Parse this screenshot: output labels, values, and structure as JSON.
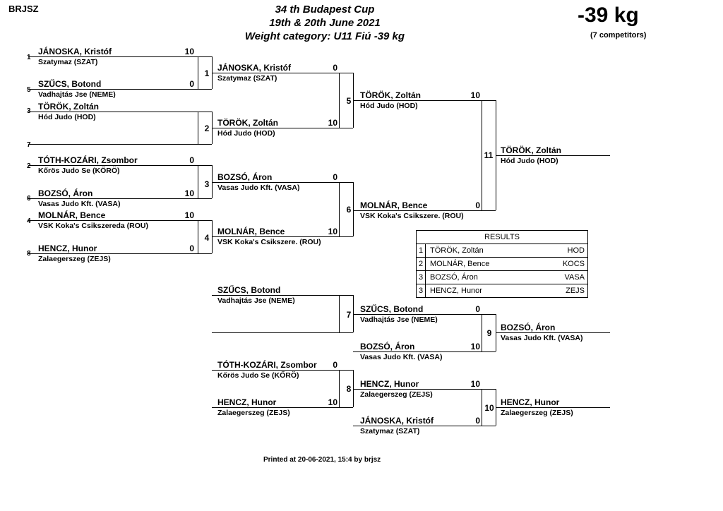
{
  "header": {
    "org": "BRJSZ",
    "title": "34 th Budapest Cup",
    "dates": "19th & 20th June 2021",
    "category": "Weight category: U11 Fiú -39 kg",
    "weight": "-39 kg",
    "competitors": "(7 competitors)"
  },
  "seeds": [
    "1",
    "5",
    "3",
    "7",
    "2",
    "6",
    "4",
    "8"
  ],
  "round1": [
    {
      "name": "JÁNOSKA, Kristóf",
      "club": "Szatymaz (SZAT)",
      "score": "10"
    },
    {
      "name": "SZŰCS, Botond",
      "club": "Vadhajtás Jse (NEME)",
      "score": "0"
    },
    {
      "name": "TÖRÖK, Zoltán",
      "club": "Hód Judo (HOD)",
      "score": ""
    },
    {
      "name": "TÓTH-KOZÁRI, Zsombor",
      "club": "Kőrös Judo Se (KŐRÖ)",
      "score": "0"
    },
    {
      "name": "BOZSÓ, Áron",
      "club": "Vasas Judo Kft. (VASA)",
      "score": "10"
    },
    {
      "name": "MOLNÁR, Bence",
      "club": "VSK Koka's Csikszereda (ROU)",
      "score": "10"
    },
    {
      "name": "HENCZ, Hunor",
      "club": "Zalaegerszeg (ZEJS)",
      "score": "0"
    }
  ],
  "round2": [
    {
      "name": "JÁNOSKA, Kristóf",
      "club": "Szatymaz (SZAT)",
      "score": "0"
    },
    {
      "name": "TÖRÖK, Zoltán",
      "club": "Hód Judo (HOD)",
      "score": "10"
    },
    {
      "name": "BOZSÓ, Áron",
      "club": "Vasas Judo Kft. (VASA)",
      "score": "0"
    },
    {
      "name": "MOLNÁR, Bence",
      "club": "VSK Koka's Csikszere. (ROU)",
      "score": "10"
    }
  ],
  "semis": [
    {
      "name": "TÖRÖK, Zoltán",
      "club": "Hód Judo (HOD)",
      "score": "10"
    },
    {
      "name": "MOLNÁR, Bence",
      "club": "VSK Koka's Csikszere. (ROU)",
      "score": "0"
    }
  ],
  "final": {
    "name": "TÖRÖK, Zoltán",
    "club": "Hód Judo (HOD)"
  },
  "repechage": {
    "r1": [
      {
        "name": "SZŰCS, Botond",
        "club": "Vadhajtás Jse (NEME)",
        "score": ""
      },
      {
        "name": "TÓTH-KOZÁRI, Zsombor",
        "club": "Kőrös Judo Se (KŐRÖ)",
        "score": "0"
      },
      {
        "name": "HENCZ, Hunor",
        "club": "Zalaegerszeg (ZEJS)",
        "score": "10"
      }
    ],
    "r2": [
      {
        "name": "SZŰCS, Botond",
        "club": "Vadhajtás Jse (NEME)",
        "score": "0"
      },
      {
        "name": "BOZSÓ, Áron",
        "club": "Vasas Judo Kft. (VASA)",
        "score": "10"
      },
      {
        "name": "HENCZ, Hunor",
        "club": "Zalaegerszeg (ZEJS)",
        "score": "10"
      },
      {
        "name": "JÁNOSKA, Kristóf",
        "club": "Szatymaz (SZAT)",
        "score": "0"
      }
    ],
    "bronze": [
      {
        "name": "BOZSÓ, Áron",
        "club": "Vasas Judo Kft. (VASA)"
      },
      {
        "name": "HENCZ, Hunor",
        "club": "Zalaegerszeg (ZEJS)"
      }
    ]
  },
  "match_numbers": [
    "1",
    "2",
    "3",
    "4",
    "5",
    "6",
    "11",
    "7",
    "8",
    "9",
    "10"
  ],
  "results": {
    "title": "RESULTS",
    "rows": [
      {
        "place": "1",
        "name": "TÖRÖK, Zoltán",
        "club": "HOD"
      },
      {
        "place": "2",
        "name": "MOLNÁR, Bence",
        "club": "KOCS"
      },
      {
        "place": "3",
        "name": "BOZSÓ, Áron",
        "club": "VASA"
      },
      {
        "place": "3",
        "name": "HENCZ, Hunor",
        "club": "ZEJS"
      }
    ]
  },
  "footer": "Printed at 20-06-2021, 15:4 by brjsz"
}
